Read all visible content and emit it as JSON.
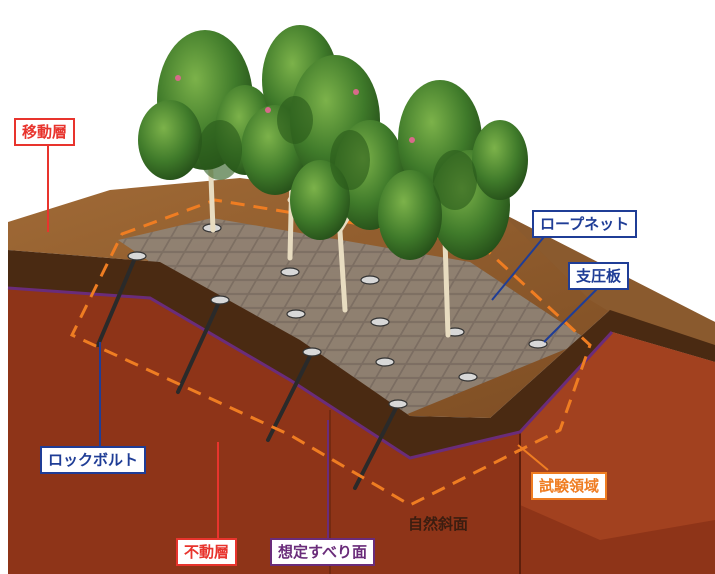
{
  "labels": {
    "moving_layer": "移動層",
    "rope_net": "ロープネット",
    "bearing_plate": "支圧板",
    "rock_bolt": "ロックボルト",
    "test_area": "試験領域",
    "natural_slope": "自然斜面",
    "stable_layer": "不動層",
    "assumed_slip_surface": "想定すべり面"
  },
  "colors": {
    "moving_layer": "#4a2a12",
    "stable_layer": "#8e3418",
    "slope_top": "#8a5a2e",
    "slip_line": "#6a2c7a",
    "test_area_outline": "#ef7d22",
    "leader_blue": "#1f3d96",
    "label_red": "#e8342d",
    "foliage": "#3f7a2a"
  },
  "icons": {
    "tree": "tree-icon",
    "rock_bolt": "rock-bolt-icon",
    "bearing_plate": "bearing-plate-icon"
  }
}
